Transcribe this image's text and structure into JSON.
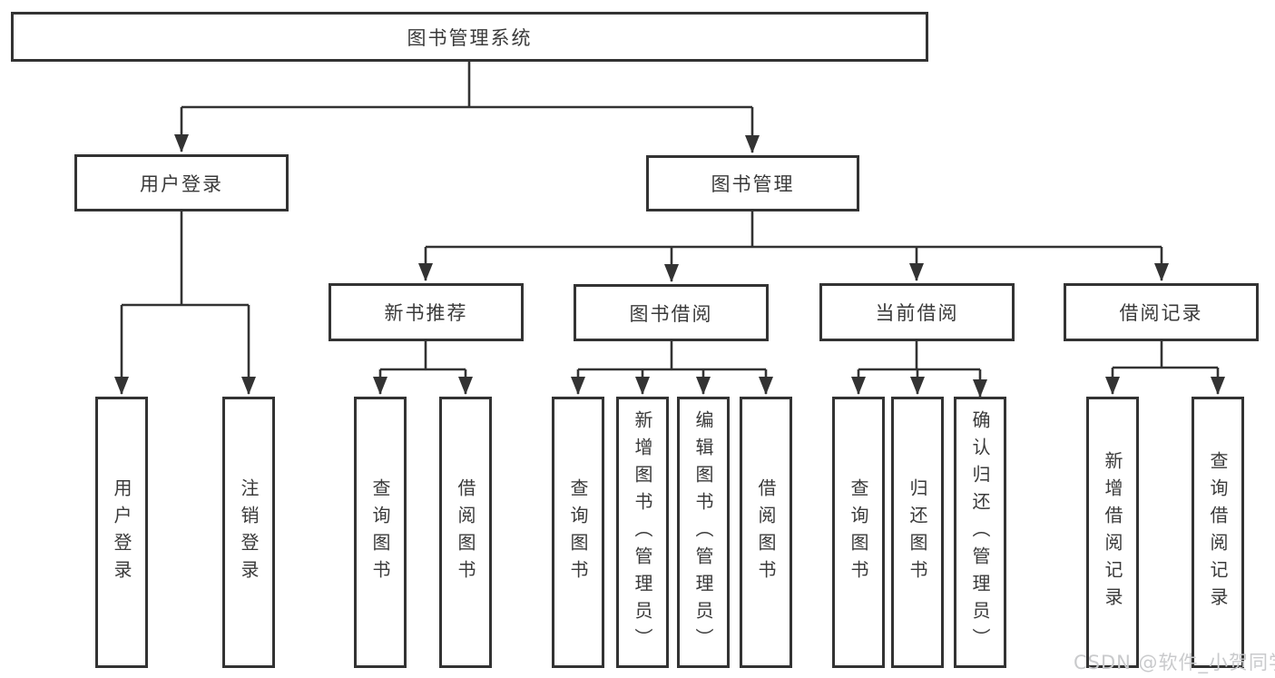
{
  "tree": {
    "label": "图书管理系统",
    "children": [
      {
        "label": "用户登录",
        "children": [
          {
            "label": "用户登录"
          },
          {
            "label": "注销登录"
          }
        ]
      },
      {
        "label": "图书管理",
        "children": [
          {
            "label": "新书推荐",
            "children": [
              {
                "label": "查询图书"
              },
              {
                "label": "借阅图书"
              }
            ]
          },
          {
            "label": "图书借阅",
            "children": [
              {
                "label": "查询图书"
              },
              {
                "label": "新增图书（管理员）"
              },
              {
                "label": "编辑图书（管理员）"
              },
              {
                "label": "借阅图书"
              }
            ]
          },
          {
            "label": "当前借阅",
            "children": [
              {
                "label": "查询图书"
              },
              {
                "label": "归还图书"
              },
              {
                "label": "确认归还（管理员）"
              }
            ]
          },
          {
            "label": "借阅记录",
            "children": [
              {
                "label": "新增借阅记录"
              },
              {
                "label": "查询借阅记录"
              }
            ]
          }
        ]
      }
    ]
  },
  "watermark": {
    "text": "CSDN @软件_小贺同学"
  },
  "colors": {
    "line": "#333333",
    "text": "#3a3a3a",
    "watermark": "#c9cacc",
    "background": "#ffffff"
  }
}
